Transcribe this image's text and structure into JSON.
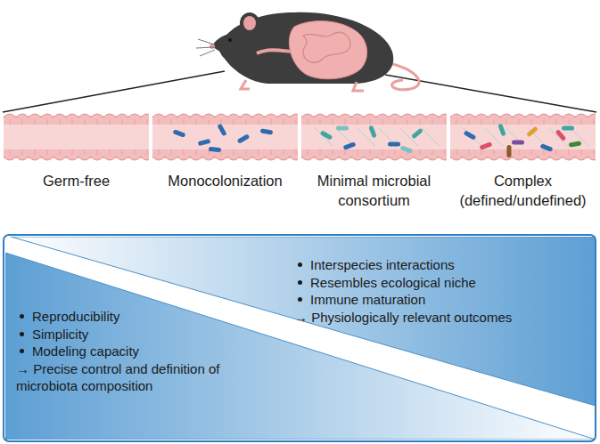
{
  "diagram": {
    "nodes": [
      {
        "text": [
          "Germ-free"
        ]
      },
      {
        "text": [
          "Monocolonization"
        ]
      },
      {
        "text": [
          "Minimal microbial consortium"
        ]
      },
      {
        "text": [
          "Complex (defined/undefined)"
        ]
      },
      {
        "text": [
          "Interspecies interactions",
          "Resembles ecological niche",
          "Immune maturation",
          "→ Physiologically relevant outcomes"
        ]
      },
      {
        "text": [
          "Reproducibility",
          "Simplicity",
          "Modeling capacity",
          "→ Precise control and definition of microbiota composition"
        ]
      }
    ]
  }
}
